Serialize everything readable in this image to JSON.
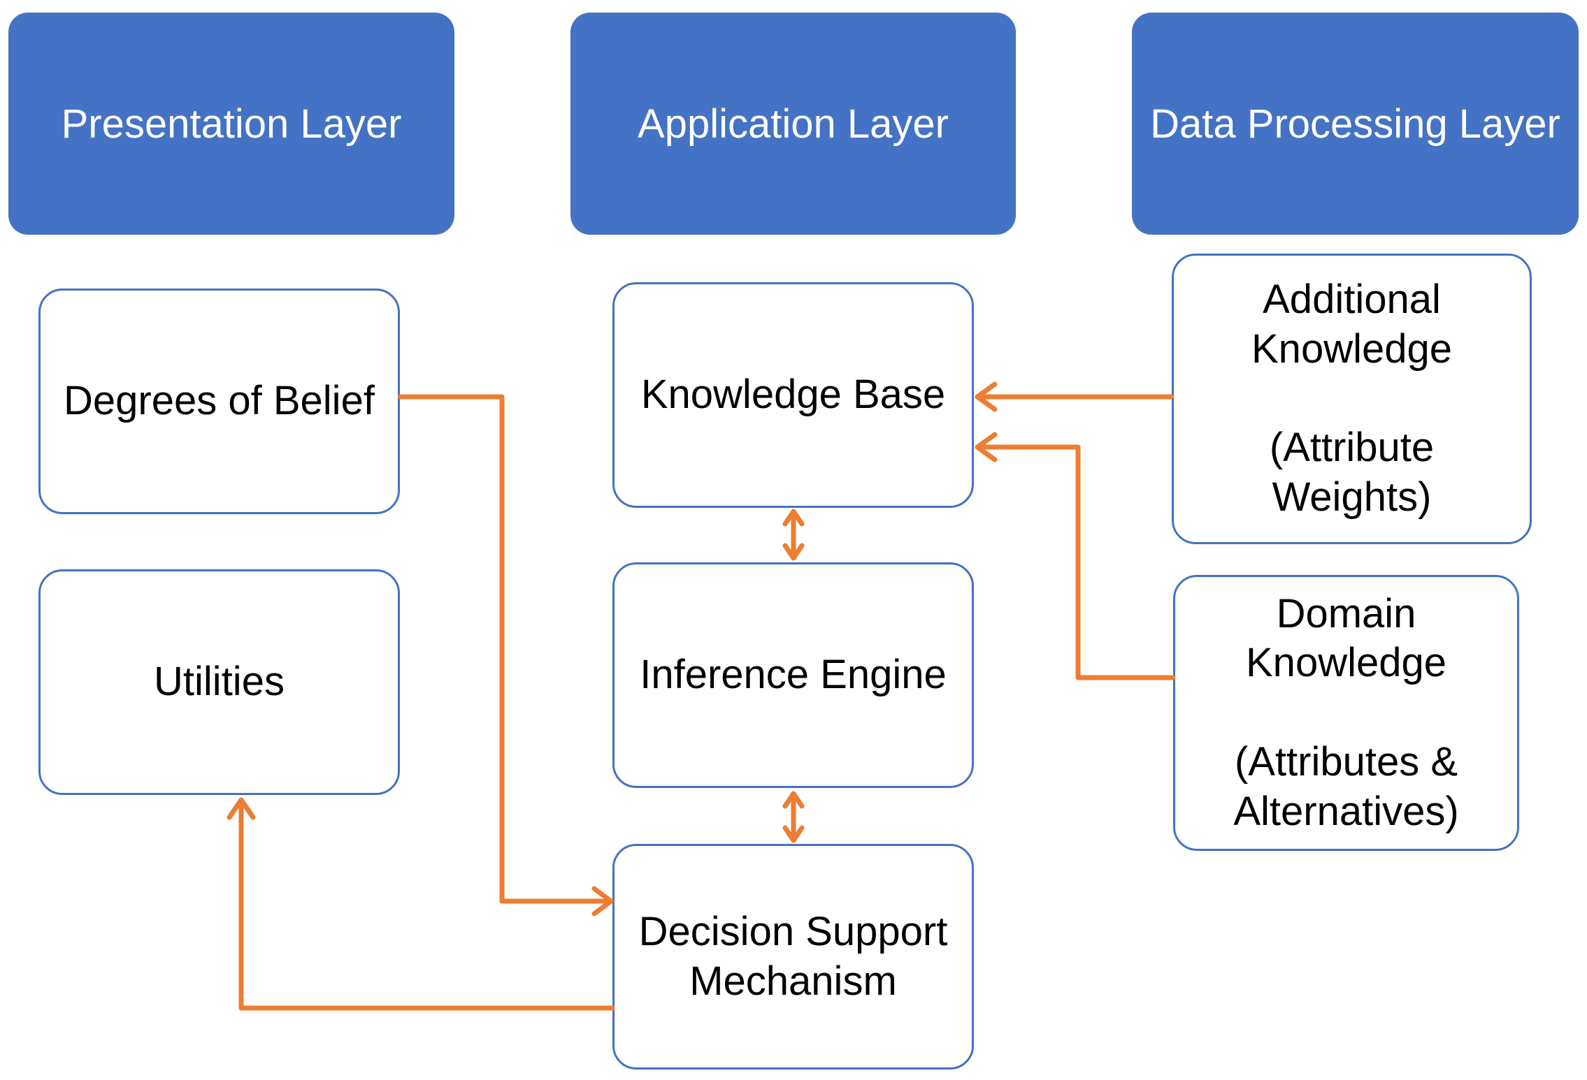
{
  "headers": {
    "presentation": "Presentation Layer",
    "application": "Application Layer",
    "data_processing": "Data Processing Layer"
  },
  "boxes": {
    "degrees_of_belief": "Degrees of Belief",
    "utilities": "Utilities",
    "knowledge_base": "Knowledge Base",
    "inference_engine": "Inference Engine",
    "decision_support": "Decision Support\nMechanism",
    "additional_knowledge": "Additional\nKnowledge\n\n(Attribute\nWeights)",
    "domain_knowledge": "Domain\nKnowledge\n\n(Attributes &\nAlternatives)"
  },
  "colors": {
    "header_fill": "#4472C4",
    "box_border": "#4472C4",
    "connector": "#ED7D31"
  }
}
